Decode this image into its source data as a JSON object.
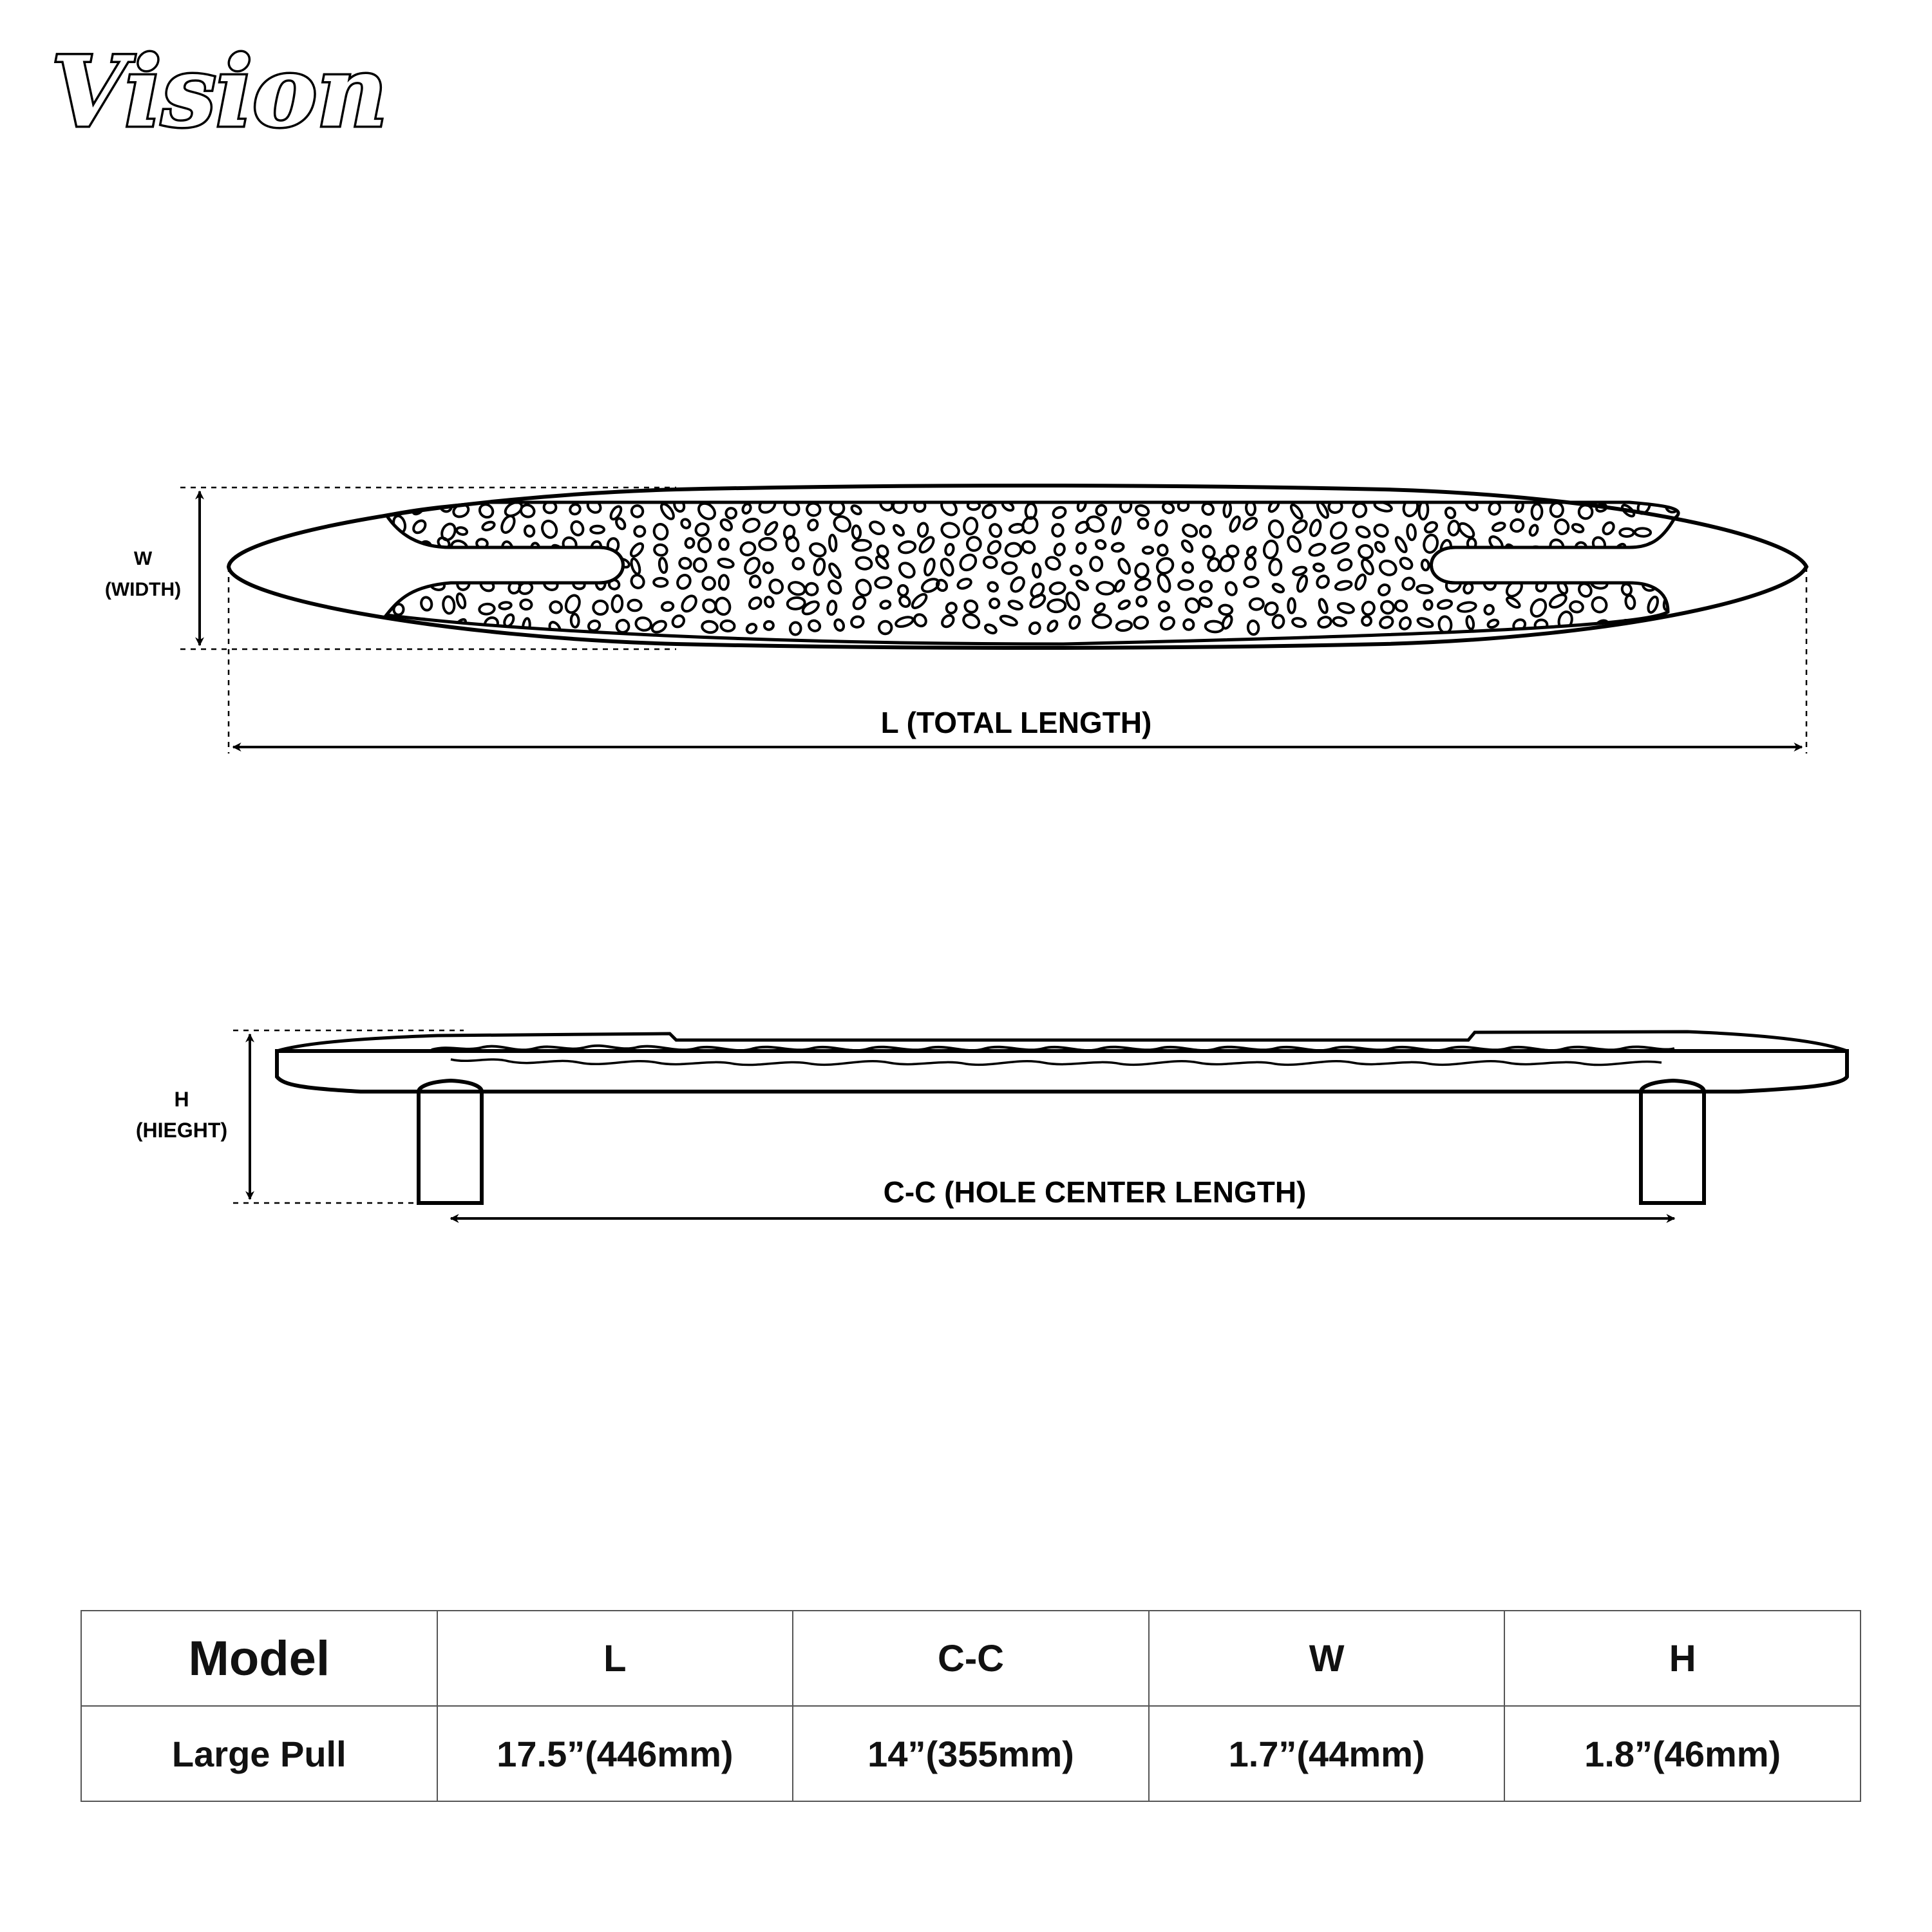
{
  "brand": {
    "logo_text": "Vision"
  },
  "top_view": {
    "width_label_line1": "W",
    "width_label_line2": "(WIDTH)",
    "length_label": "L (TOTAL LENGTH)"
  },
  "side_view": {
    "height_label_line1": "H",
    "height_label_line2": "(HIEGHT)",
    "cc_label": "C-C (HOLE CENTER LENGTH)"
  },
  "spec_table": {
    "headers": [
      "Model",
      "L",
      "C-C",
      "W",
      "H"
    ],
    "rows": [
      [
        "Large Pull",
        "17.5”(446mm)",
        "14”(355mm)",
        "1.7”(44mm)",
        "1.8”(46mm)"
      ]
    ]
  },
  "colors": {
    "line": "#000000",
    "table_border": "#555555",
    "background": "#ffffff"
  }
}
